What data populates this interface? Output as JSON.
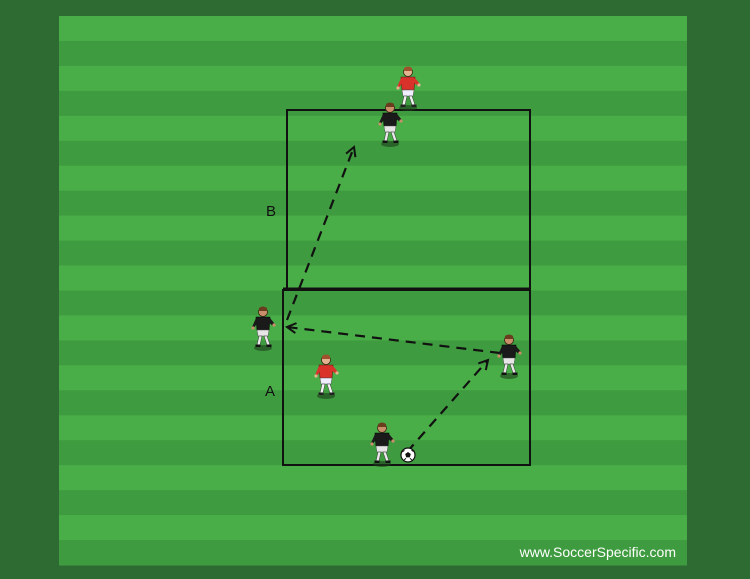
{
  "diagram": {
    "zones": [
      {
        "id": "B",
        "label": "B"
      },
      {
        "id": "A",
        "label": "A"
      }
    ],
    "players": [
      {
        "team": "red",
        "role": "defender"
      },
      {
        "team": "black",
        "role": "attacker"
      },
      {
        "team": "black",
        "role": "attacker"
      },
      {
        "team": "red",
        "role": "defender"
      },
      {
        "team": "black",
        "role": "attacker"
      },
      {
        "team": "black",
        "role": "attacker-with-ball"
      }
    ],
    "passes": [
      {
        "from": "player-bottom",
        "to": "player-right"
      },
      {
        "from": "player-right",
        "to": "player-left"
      },
      {
        "from": "player-left",
        "to": "zone-B"
      }
    ],
    "colors": {
      "field_dark": "#2e6b33",
      "stripe_a": "#3f9b3f",
      "stripe_b": "#4aae48",
      "lines": "#111111",
      "red_team": "#d9322b",
      "black_team": "#1a1a1a"
    }
  },
  "branding": {
    "watermark": "www.SoccerSpecific.com"
  }
}
